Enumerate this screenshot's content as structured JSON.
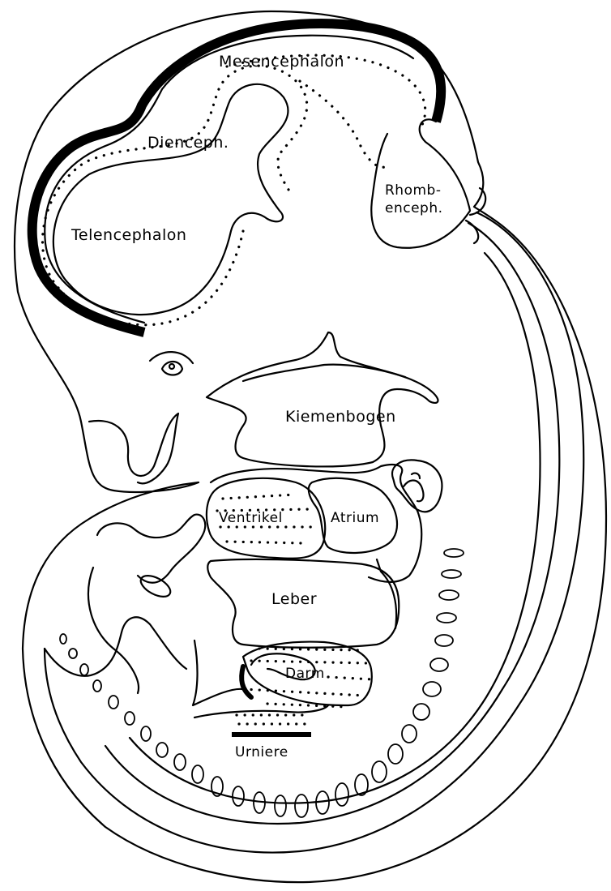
{
  "labels": {
    "mesencephalon": "Mesencephalon",
    "dienceph": "Dienceph.",
    "rhomb_1": "Rhomb-",
    "rhomb_2": "enceph.",
    "telencephalon": "Telencephalon",
    "kiemenbogen": "Kiemenbogen",
    "ventrikel": "Ventrikel",
    "atrium": "Atrium",
    "leber": "Leber",
    "darm": "Darm",
    "urniere": "Urniere"
  }
}
